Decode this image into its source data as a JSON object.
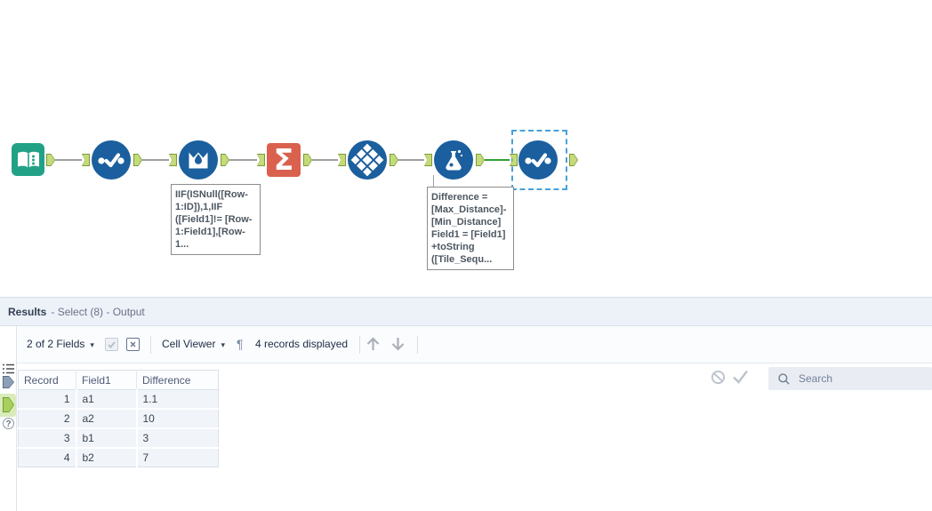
{
  "colors": {
    "tool_blue": "#1b5f9e",
    "input_teal": "#23a187",
    "summarize_salmon": "#d9614e",
    "anchor_green": "#c3dc79",
    "connection_gray": "#9f9f9f",
    "connection_selected_green": "#33a133",
    "selection_dash_blue": "#49a0dc",
    "results_header_bg": "#edf1f8",
    "row_bg": "#f1f5fa",
    "anchor_highlight_bg": "#d8ebb9"
  },
  "icons": {
    "sigma": "Σ",
    "caret_down": "▾",
    "pilcrow": "¶",
    "help": "?"
  },
  "canvas": {
    "annotations": {
      "multi_row_formula_expression": "IIF(ISNull([Row-\n1:ID]),1,IIF\n([Field1]!= [Row-\n1:Field1],[Row-\n1...",
      "formula_expression": "Difference =\n[Max_Distance]-\n[Min_Distance]\nField1 = [Field1]\n+toString\n([Tile_Sequ..."
    }
  },
  "results": {
    "title": "Results",
    "subtitle": "- Select (8) - Output",
    "toolbar": {
      "fields_label": "2 of 2 Fields",
      "cell_viewer_label": "Cell Viewer",
      "records_label": "4 records displayed",
      "search_placeholder": "Search"
    },
    "table": {
      "headers": [
        "Record",
        "Field1",
        "Difference"
      ],
      "rows": [
        {
          "record": "1",
          "field1": "a1",
          "difference": "1.1"
        },
        {
          "record": "2",
          "field1": "a2",
          "difference": "10"
        },
        {
          "record": "3",
          "field1": "b1",
          "difference": "3"
        },
        {
          "record": "4",
          "field1": "b2",
          "difference": "7"
        }
      ]
    }
  }
}
